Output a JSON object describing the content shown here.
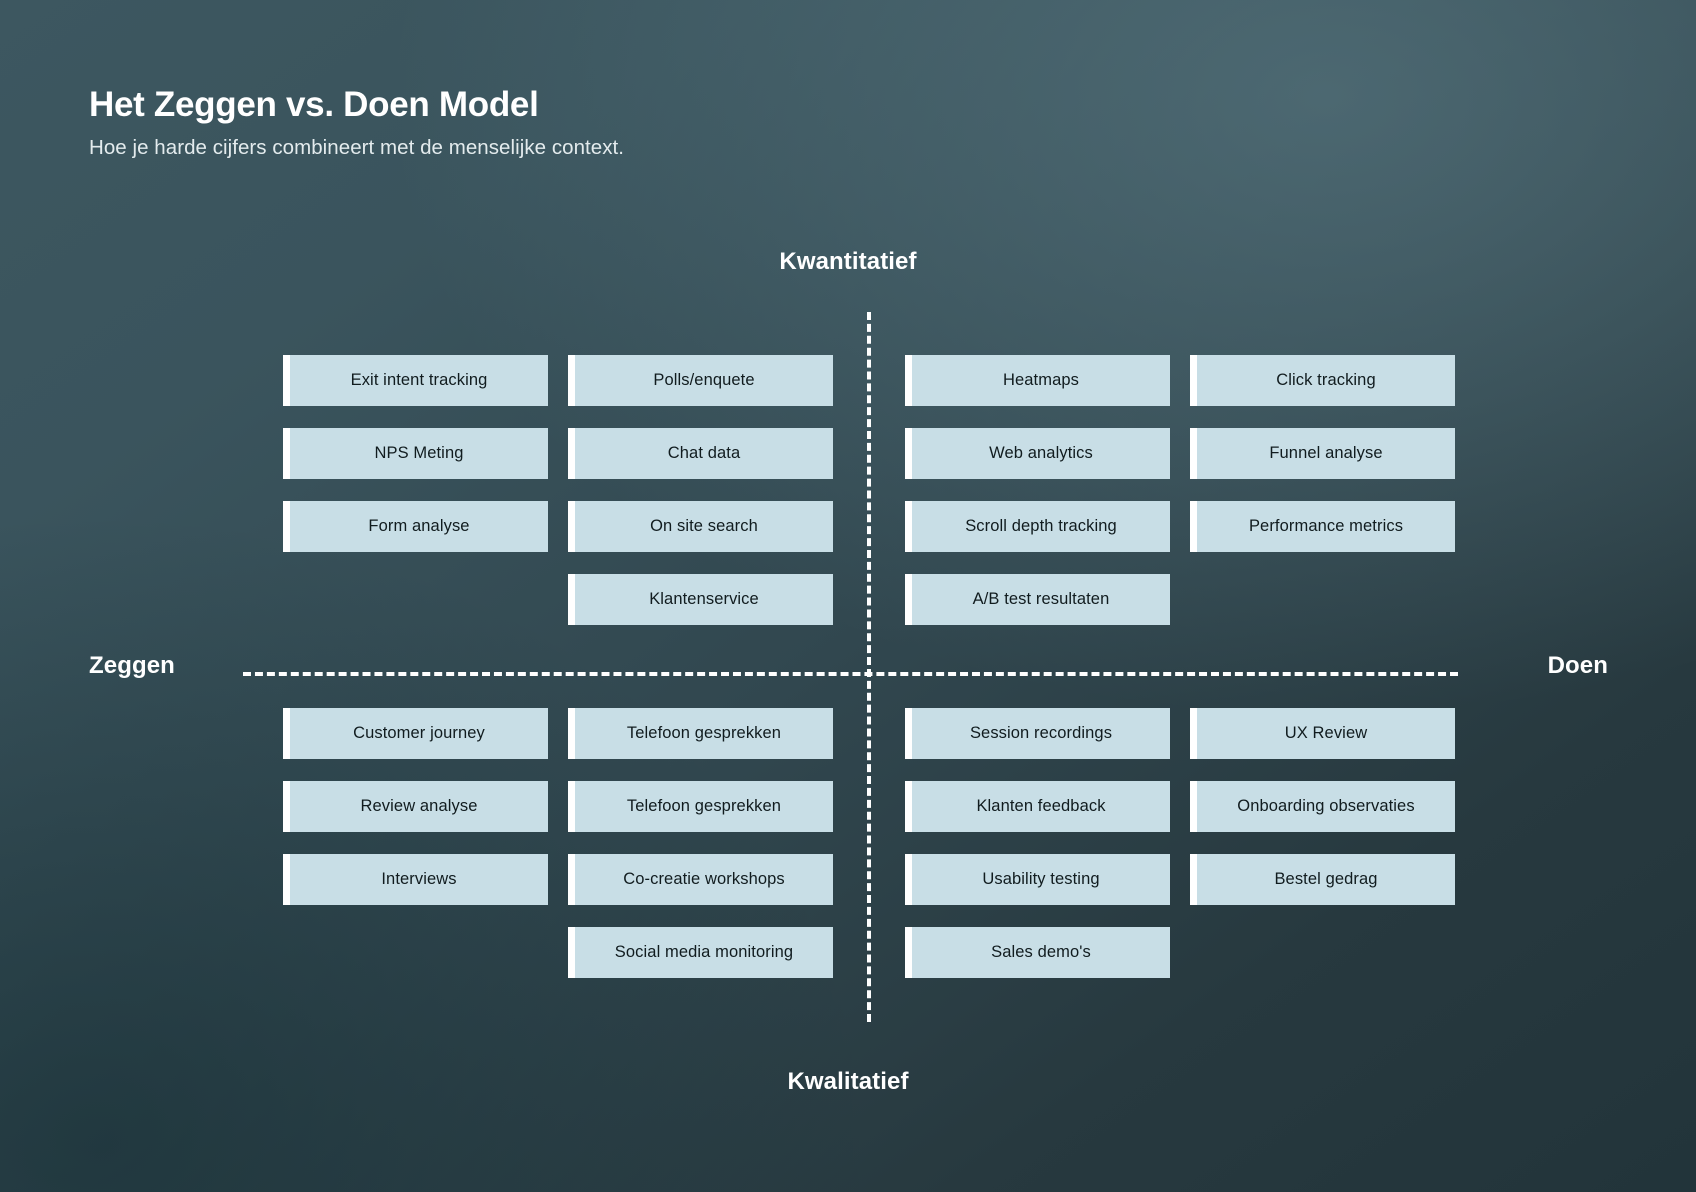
{
  "header": {
    "title": "Het Zeggen vs. Doen Model",
    "subtitle": "Hoe je harde cijfers combineert met de menselijke context."
  },
  "axes": {
    "top": "Kwantitatief",
    "bottom": "Kwalitatief",
    "left": "Zeggen",
    "right": "Doen"
  },
  "colors": {
    "card_background": "#c8dee6",
    "card_accent": "#ffffff",
    "card_text": "#111c1f",
    "background_light": "#3d5760",
    "background_dark": "#22343a",
    "axis_line": "#ffffff",
    "title_text": "#ffffff"
  },
  "quadrants": {
    "say_quantitative": {
      "name": "Zeggen / Kwantitatief",
      "columns": [
        [
          "Exit intent tracking",
          "NPS Meting",
          "Form analyse"
        ],
        [
          "Polls/enquete",
          "Chat data",
          "On site search",
          "Klantenservice"
        ]
      ]
    },
    "do_quantitative": {
      "name": "Doen / Kwantitatief",
      "columns": [
        [
          "Heatmaps",
          "Web analytics",
          "Scroll depth tracking",
          "A/B test resultaten"
        ],
        [
          "Click tracking",
          "Funnel analyse",
          "Performance metrics"
        ]
      ]
    },
    "say_qualitative": {
      "name": "Zeggen / Kwalitatief",
      "columns": [
        [
          "Customer journey",
          "Review analyse",
          "Interviews"
        ],
        [
          "Telefoon gesprekken",
          "Telefoon gesprekken",
          "Co-creatie workshops",
          "Social media monitoring"
        ]
      ]
    },
    "do_qualitative": {
      "name": "Doen / Kwalitatief",
      "columns": [
        [
          "Session recordings",
          "Klanten feedback",
          "Usability testing",
          "Sales demo's"
        ],
        [
          "UX Review",
          "Onboarding observaties",
          "Bestel gedrag"
        ]
      ]
    }
  }
}
